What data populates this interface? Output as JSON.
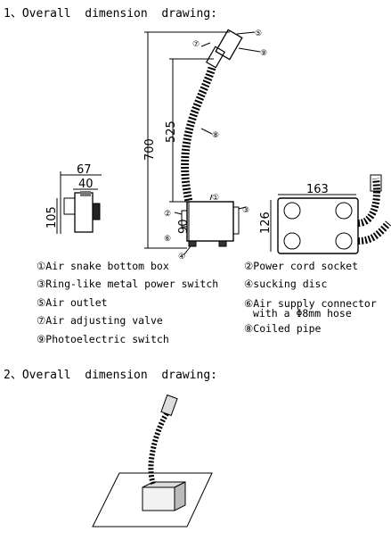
{
  "headings": {
    "first": "1、Overall  dimension  drawing:",
    "second": "2、Overall  dimension  drawing:"
  },
  "dimensions": {
    "height_total": "700",
    "pipe_length": "525",
    "box_height": "90",
    "side_width_outer": "67",
    "side_width_inner": "40",
    "side_height": "105",
    "top_width": "163",
    "top_height": "126"
  },
  "callouts": [
    "①",
    "②",
    "③",
    "⑤",
    "⑥",
    "⑦",
    "⑧",
    "⑨",
    "④"
  ],
  "legend": [
    {
      "id": "1",
      "text": "①Air snake bottom box"
    },
    {
      "id": "2",
      "text": "②Power cord socket"
    },
    {
      "id": "3",
      "text": "③Ring-like metal power switch"
    },
    {
      "id": "4",
      "text": "④sucking disc"
    },
    {
      "id": "5",
      "text": "⑤Air outlet"
    },
    {
      "id": "6",
      "text": "⑥Air supply connector"
    },
    {
      "id": "6b",
      "text": "with a Φ8mm hose"
    },
    {
      "id": "7",
      "text": "⑦Air adjusting valve"
    },
    {
      "id": "8",
      "text": "⑧Coiled pipe"
    },
    {
      "id": "9",
      "text": "⑨Photoelectric switch"
    }
  ]
}
